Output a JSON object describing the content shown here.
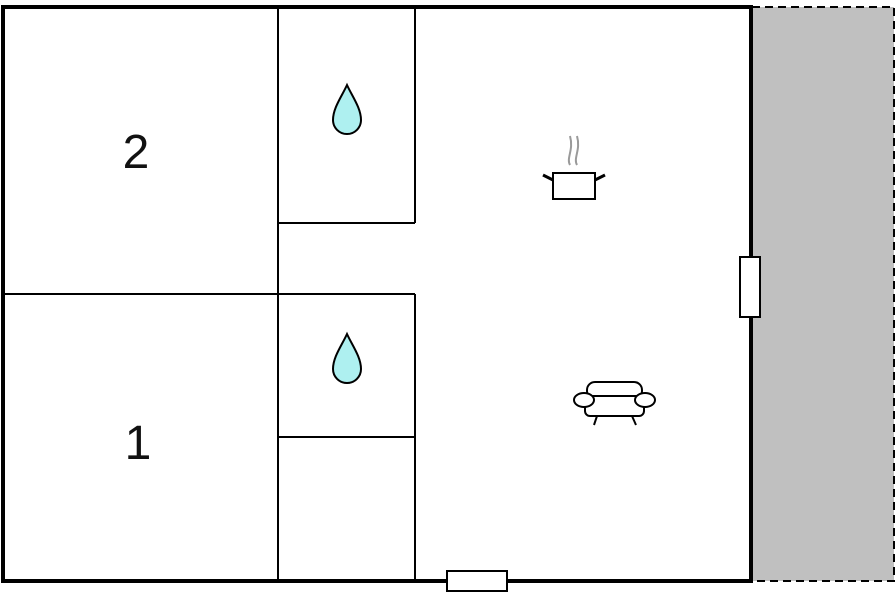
{
  "floor_plan": {
    "rooms": [
      {
        "id": "room-2",
        "label": "2",
        "type": "bedroom"
      },
      {
        "id": "room-1",
        "label": "1",
        "type": "bedroom"
      },
      {
        "id": "bathroom-upper",
        "icon": "water-drop-icon",
        "type": "bathroom"
      },
      {
        "id": "bathroom-lower",
        "icon": "water-drop-icon",
        "type": "bathroom"
      },
      {
        "id": "storage",
        "type": "storage"
      },
      {
        "id": "living-area",
        "type": "living"
      }
    ],
    "icons": {
      "kitchen": "cooking-pot-icon",
      "living": "sofa-icon",
      "bathroom": "water-drop-icon"
    },
    "colors": {
      "walls": "#000000",
      "background": "#ffffff",
      "terrace": "#c0c0c0",
      "water_drop": "#aef0f0"
    }
  }
}
